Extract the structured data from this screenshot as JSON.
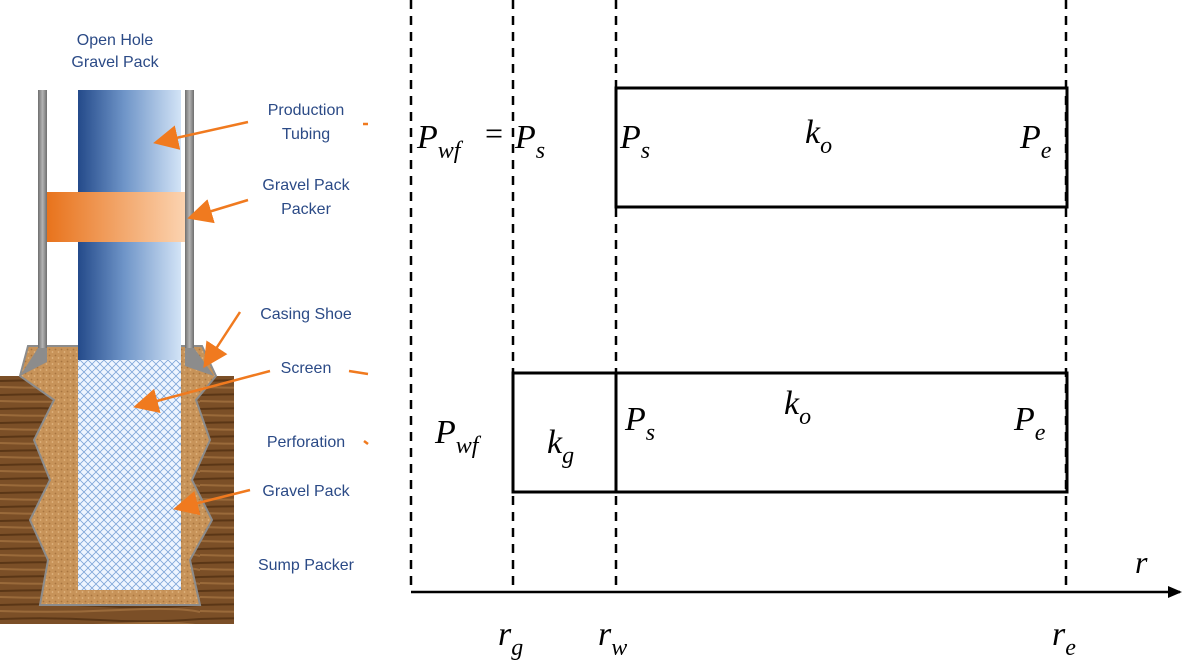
{
  "well_diagram": {
    "title_line1": "Open Hole",
    "title_line2": "Gravel Pack",
    "labels": [
      {
        "line1": "Production",
        "line2": "Tubing"
      },
      {
        "line1": "Gravel Pack",
        "line2": "Packer"
      },
      {
        "line1": "Casing Shoe",
        "line2": ""
      },
      {
        "line1": "Screen",
        "line2": ""
      },
      {
        "line1": "Perforation",
        "line2": ""
      },
      {
        "line1": "Gravel Pack",
        "line2": ""
      },
      {
        "line1": "Sump Packer",
        "line2": ""
      }
    ],
    "colors": {
      "label_text": "#2b4a86",
      "arrow": "#f07a1f",
      "packer": "#f07a1f",
      "casing": "#8a8a8a",
      "tubing_dark": "#2a4f8f",
      "tubing_light": "#c7dcf4",
      "gravel": "#c8955a",
      "formation": "#7a4e25"
    }
  },
  "model": {
    "top_row": {
      "pwf_main": "P",
      "pwf_sub": "wf",
      "equals": "=",
      "ps_left_main": "P",
      "ps_left_sub": "s",
      "ps_main": "P",
      "ps_sub": "s",
      "k_main": "k",
      "k_sub": "o",
      "pe_main": "P",
      "pe_sub": "e"
    },
    "bottom_row": {
      "pwf_main": "P",
      "pwf_sub": "wf",
      "kg_main": "k",
      "kg_sub": "g",
      "ps_main": "P",
      "ps_sub": "s",
      "k_main": "k",
      "k_sub": "o",
      "pe_main": "P",
      "pe_sub": "e"
    },
    "axis": {
      "var": "r",
      "rg_main": "r",
      "rg_sub": "g",
      "rw_main": "r",
      "rw_sub": "w",
      "re_main": "r",
      "re_sub": "e"
    }
  }
}
